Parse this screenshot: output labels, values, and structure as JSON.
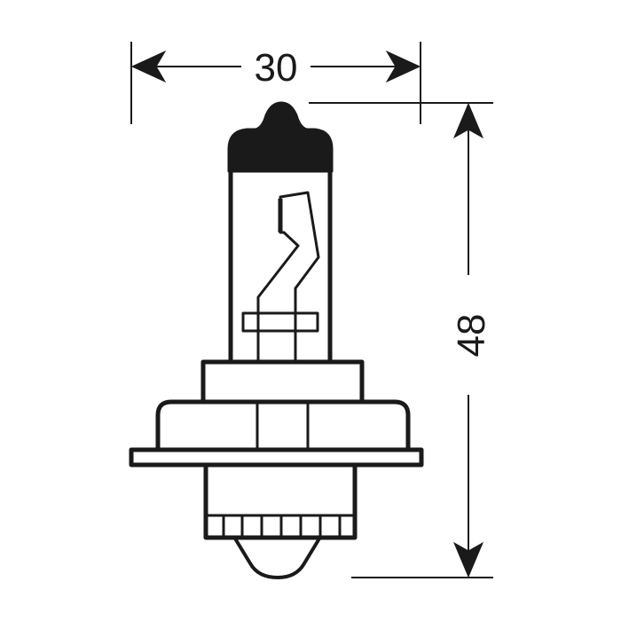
{
  "diagram": {
    "subject": "H6 halogen bulb technical drawing",
    "line_color": "#1a1a1a",
    "background": "#ffffff",
    "dimensions": {
      "width": {
        "value": "30",
        "orientation": "horizontal"
      },
      "height": {
        "value": "48",
        "orientation": "vertical"
      }
    },
    "parts": [
      "glass-tip",
      "glass-envelope",
      "filament",
      "filament-support",
      "collar",
      "flange-base",
      "reference-plate",
      "socket",
      "contact-ribs",
      "contact-cap"
    ]
  }
}
